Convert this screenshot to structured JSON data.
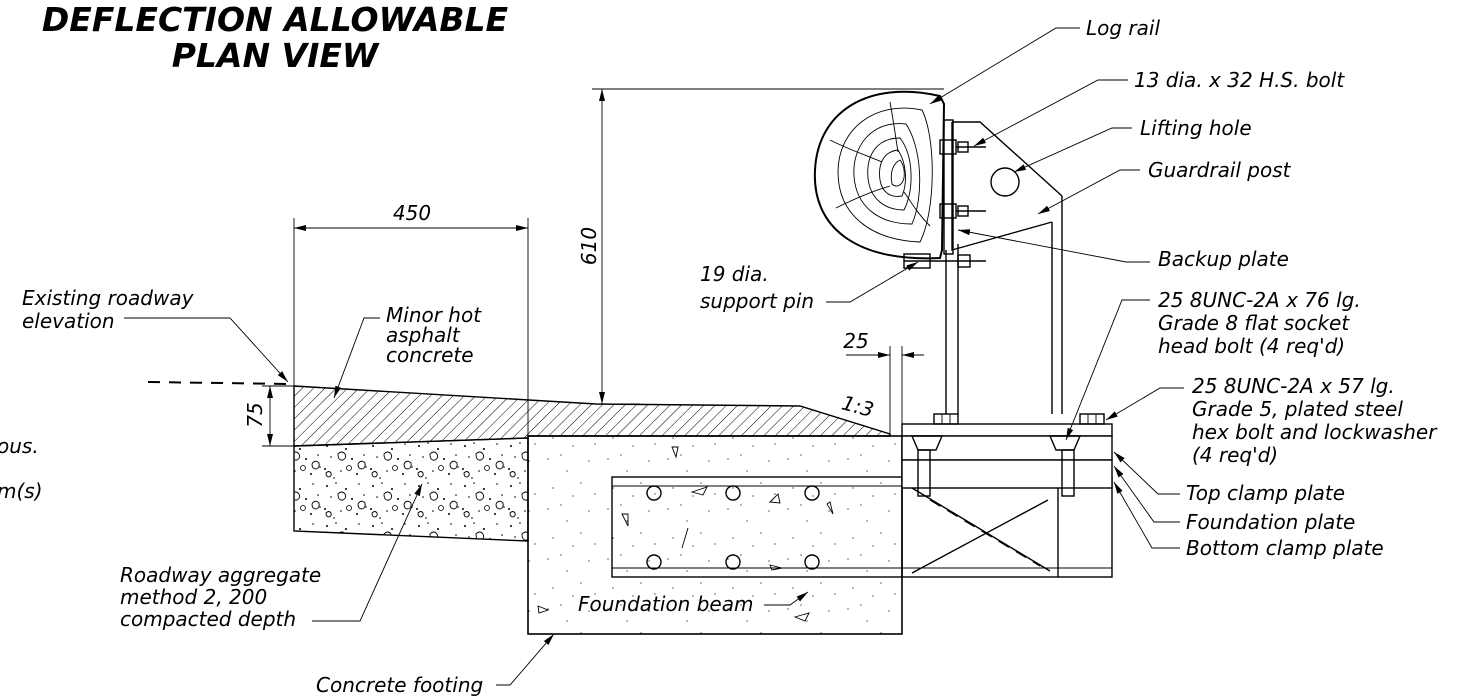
{
  "title": {
    "line1": "DEFLECTION ALLOWABLE",
    "line2": "PLAN VIEW"
  },
  "labels": {
    "log_rail": "Log rail",
    "bolt_13": "13 dia. x 32 H.S. bolt",
    "lifting_hole": "Lifting hole",
    "guardrail_post": "Guardrail post",
    "backup_plate": "Backup plate",
    "support_pin_1": "19 dia.",
    "support_pin_2": "support pin",
    "head_bolt_1": "25 8UNC-2A x 76 lg.",
    "head_bolt_2": "Grade 8 flat socket",
    "head_bolt_3": "head bolt (4 req'd)",
    "hex_bolt_1": "25 8UNC-2A x 57 lg.",
    "hex_bolt_2": "Grade 5, plated steel",
    "hex_bolt_3": "hex bolt and lockwasher",
    "hex_bolt_4": "(4 req'd)",
    "top_clamp_plate": "Top clamp plate",
    "foundation_plate": "Foundation plate",
    "bottom_clamp_plate": "Bottom clamp plate",
    "existing_roadway_1": "Existing roadway",
    "existing_roadway_2": "elevation",
    "asphalt_1": "Minor hot",
    "asphalt_2": "asphalt",
    "asphalt_3": "concrete",
    "aggregate_1": "Roadway aggregate",
    "aggregate_2": "method 2, 200",
    "aggregate_3": "compacted depth",
    "foundation_beam": "Foundation beam",
    "concrete_footing": "Concrete footing",
    "slope": "1:3",
    "cut_text_1": "ous.",
    "cut_text_2": "m(s)"
  },
  "dimensions": {
    "width_450": "450",
    "height_610": "610",
    "depth_75": "75",
    "offset_25": "25"
  }
}
